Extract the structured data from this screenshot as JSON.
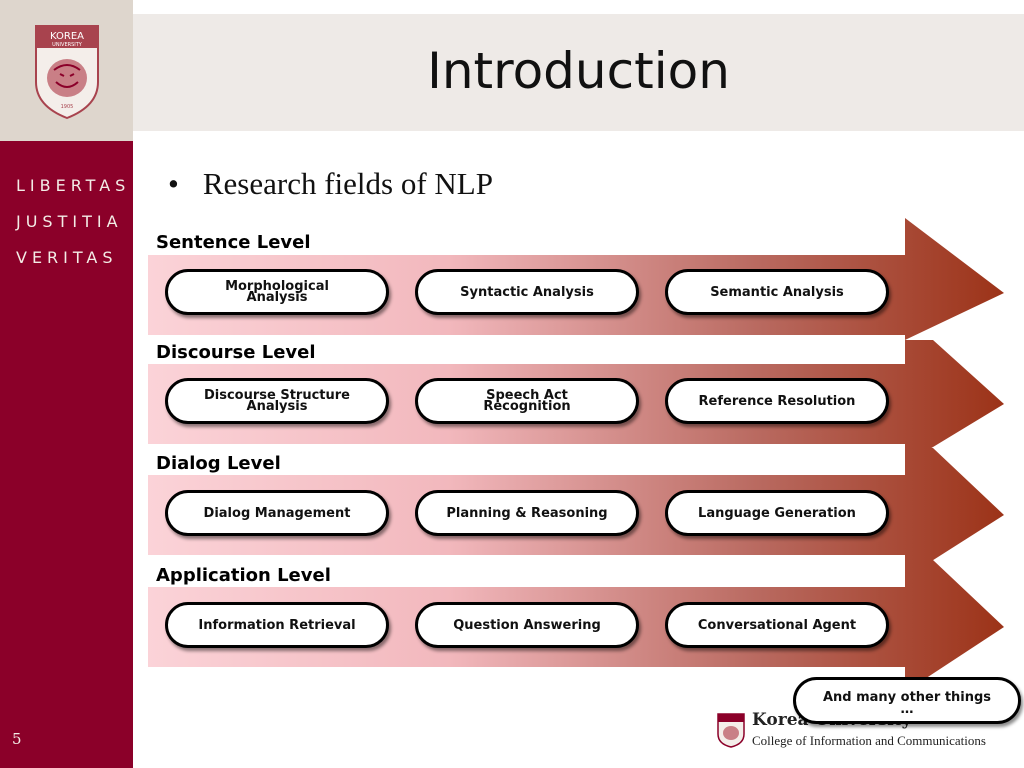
{
  "logo": {
    "name": "KOREA",
    "subname": "UNIVERSITY",
    "year": "1905"
  },
  "sidebar": {
    "motto": [
      "LIBERTAS",
      "JUSTITIA",
      "VERITAS"
    ],
    "slide_number": "5"
  },
  "title": "Introduction",
  "bullet": "Research fields of NLP",
  "colors": {
    "sidebar": "#8b0029",
    "title_band": "#eeeae7",
    "logo_box": "#ded6cd",
    "arrow_start": "#f9cdd3",
    "arrow_end": "#9c3318"
  },
  "levels": [
    {
      "label": "Sentence Level",
      "items": [
        "Morphological Analysis",
        "Syntactic Analysis",
        "Semantic Analysis"
      ]
    },
    {
      "label": "Discourse Level",
      "items": [
        "Discourse Structure Analysis",
        "Speech Act Recognition",
        "Reference Resolution"
      ]
    },
    {
      "label": "Dialog Level",
      "items": [
        "Dialog Management",
        "Planning & Reasoning",
        "Language Generation"
      ]
    },
    {
      "label": "Application Level",
      "items": [
        "Information Retrieval",
        "Question Answering",
        "Conversational Agent"
      ]
    }
  ],
  "note": {
    "line1": "And many other things",
    "line2": "…"
  },
  "footer": {
    "name": "Korea University",
    "college": "College of Information and Communications"
  }
}
